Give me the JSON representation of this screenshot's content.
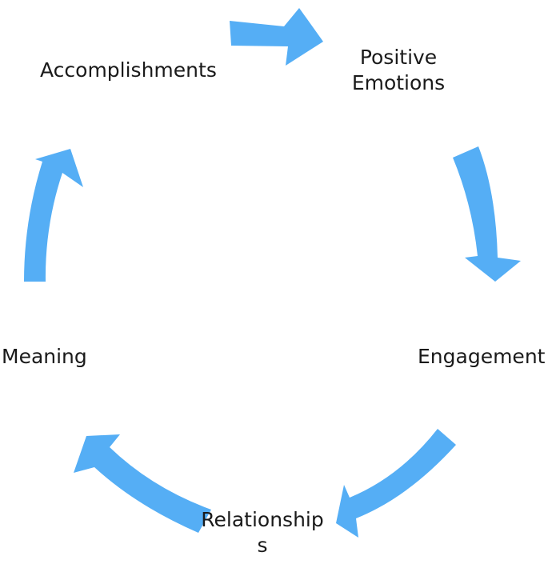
{
  "diagram": {
    "arrow_color": "#55aef5",
    "text_color": "#1a1a1a",
    "labels": {
      "positive_emotions": "Positive\nEmotions",
      "engagement": "Engagement",
      "relationships": "Relationship\ns",
      "meaning": "Meaning",
      "accomplishments": "Accomplishments"
    }
  }
}
